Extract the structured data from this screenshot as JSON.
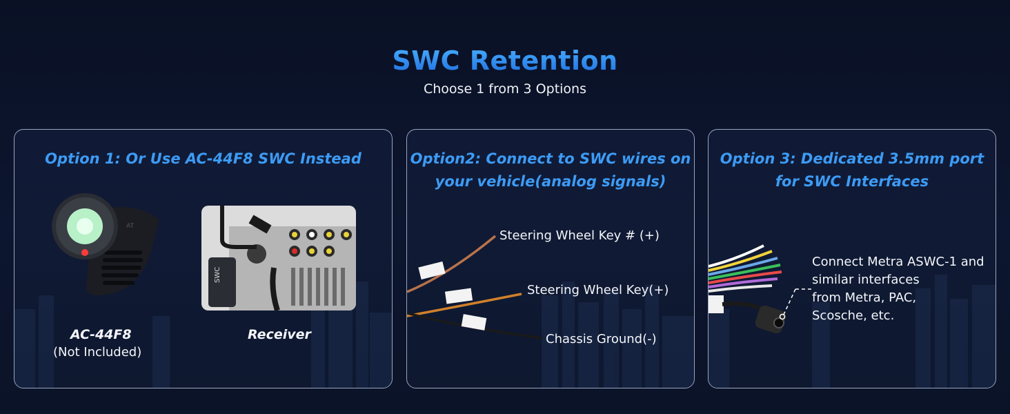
{
  "header": {
    "title": "SWC Retention",
    "subtitle": "Choose 1 from 3 Options"
  },
  "option1": {
    "title": "Option 1: Or Use AC-44F8 SWC Instead",
    "device_name": "AC-44F8",
    "device_note": "(Not Included)",
    "receiver_label": "Receiver",
    "swc_module_text": "SWC"
  },
  "option2": {
    "title_line1": "Option2: Connect to SWC wires on",
    "title_line2": "your vehicle(analog signals)",
    "wires": [
      {
        "label": "Steering Wheel Key # (+)",
        "color": "#b8734a"
      },
      {
        "label": "Steering Wheel Key(+)",
        "color": "#d0802a"
      },
      {
        "label": "Chassis Ground(-)",
        "color": "#1a1a1a"
      }
    ]
  },
  "option3": {
    "title_line1": "Option 3:  Dedicated 3.5mm port",
    "title_line2": "for SWC Interfaces",
    "desc_line1": "Connect Metra ASWC-1 and",
    "desc_line2": "similar interfaces",
    "desc_line3": "from Metra, PAC,",
    "desc_line4": "Scosche, etc."
  },
  "colors": {
    "accent": "#3d9bf5",
    "background": "#0b1226",
    "card_border": "#9aa6bd"
  }
}
